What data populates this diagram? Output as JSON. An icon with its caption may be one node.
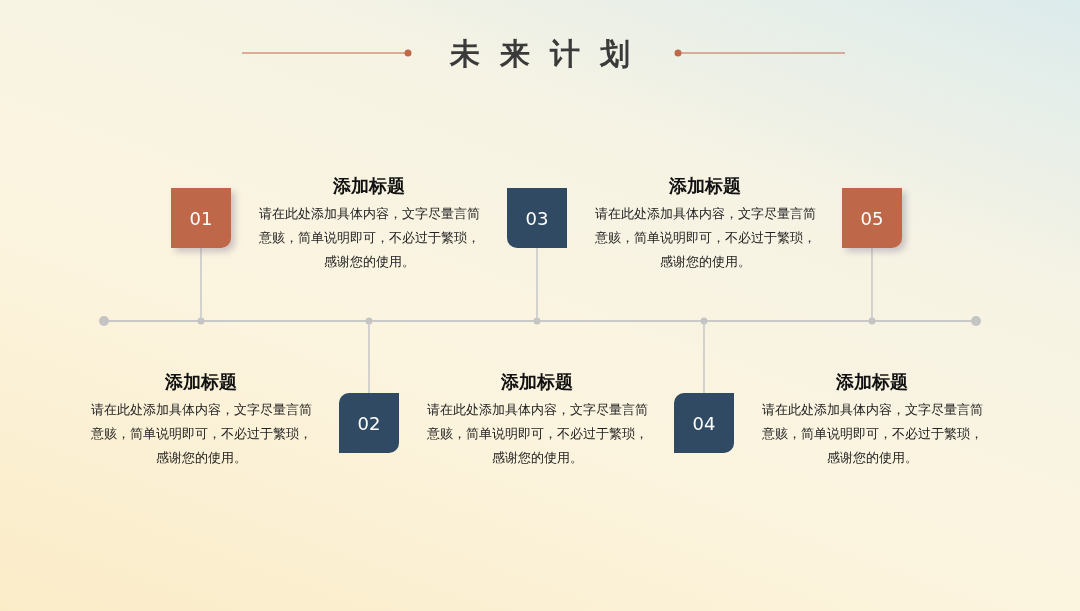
{
  "diagram": {
    "title": "未来计划",
    "nodes": [
      {
        "text": [
          "01"
        ]
      },
      {
        "text": [
          "02"
        ]
      },
      {
        "text": [
          "03"
        ]
      },
      {
        "text": [
          "04"
        ]
      },
      {
        "text": [
          "05"
        ]
      }
    ],
    "edges": [
      {
        "from": 0,
        "to": null,
        "arrow": "none"
      },
      {
        "from": 1,
        "to": null,
        "arrow": "none"
      },
      {
        "from": 2,
        "to": null,
        "arrow": "none"
      },
      {
        "from": 3,
        "to": null,
        "arrow": "none"
      },
      {
        "from": 4,
        "to": null,
        "arrow": "none"
      }
    ],
    "labels": [
      "添加标题",
      "请在此处添加具体内容，文字尽量言简意赅，简单说明即可，不必过于繁琐，感谢您的使用。",
      "添加标题",
      "请在此处添加具体内容，文字尽量言简意赅，简单说明即可，不必过于繁琐，感谢您的使用。",
      "添加标题",
      "请在此处添加具体内容，文字尽量言简意赅，简单说明即可，不必过于繁琐，感谢您的使用。",
      "添加标题",
      "请在此处添加具体内容，文字尽量言简意赅，简单说明即可，不必过于繁琐，感谢您的使用。",
      "添加标题",
      "请在此处添加具体内容，文字尽量言简意赅，简单说明即可，不必过于繁琐，感谢您的使用。"
    ]
  }
}
